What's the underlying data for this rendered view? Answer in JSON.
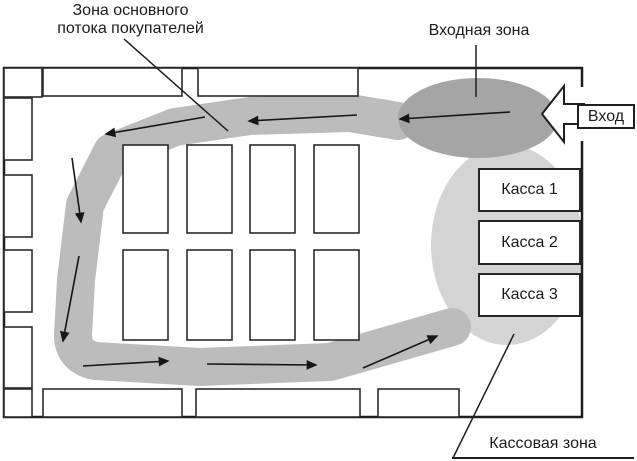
{
  "labels": {
    "main_flow_zone_line1": "Зона основного",
    "main_flow_zone_line2": "потока покупателей",
    "entrance_zone": "Входная зона",
    "entrance": "Вход",
    "cashier_zone": "Кассовая зона"
  },
  "checkouts": [
    {
      "label": "Касса 1"
    },
    {
      "label": "Касса 2"
    },
    {
      "label": "Касса 3"
    }
  ],
  "colors": {
    "flow_path_fill": "#bcbcbc",
    "entrance_zone_fill": "#a5a5a5",
    "cashier_zone_fill": "#d4d4d4",
    "outline": "#1f1f1f"
  }
}
